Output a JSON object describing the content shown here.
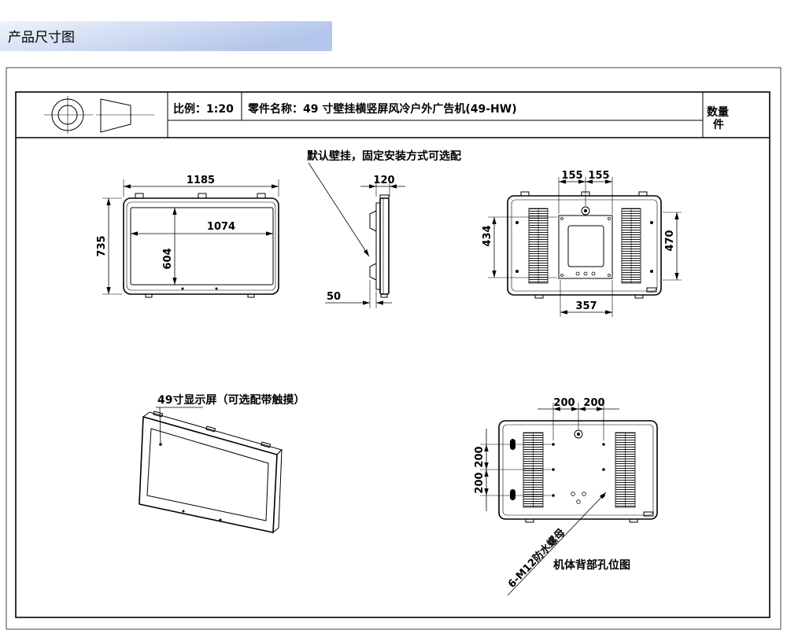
{
  "header": {
    "title": "产品尺寸图"
  },
  "title_block": {
    "scale": "比例：1:20",
    "part_name": "零件名称：49 寸壁挂横竖屏风冷户外广告机(49-HW)",
    "qty_line1": "数量",
    "qty_line2": "件"
  },
  "front_view": {
    "overall_width": "1185",
    "overall_height": "735",
    "screen_width": "1074",
    "screen_height": "604"
  },
  "side_view": {
    "note": "默认壁挂，固定安装方式可选配",
    "depth": "120",
    "offset": "50"
  },
  "back_view": {
    "mount_left": "155",
    "mount_right": "155",
    "mount_height": "434",
    "height": "470",
    "plate_width": "357"
  },
  "display_view": {
    "note": "49寸显示屏（可选配带触摸）"
  },
  "hole_view": {
    "spacing_left": "200",
    "spacing_right": "200",
    "spacing_upper": "200",
    "spacing_lower": "200",
    "nut_note": "6-M12防水螺母",
    "caption": "机体背部孔位图"
  },
  "colors": {
    "header_start": "#eef3fb",
    "header_end": "#b3c5ea"
  }
}
